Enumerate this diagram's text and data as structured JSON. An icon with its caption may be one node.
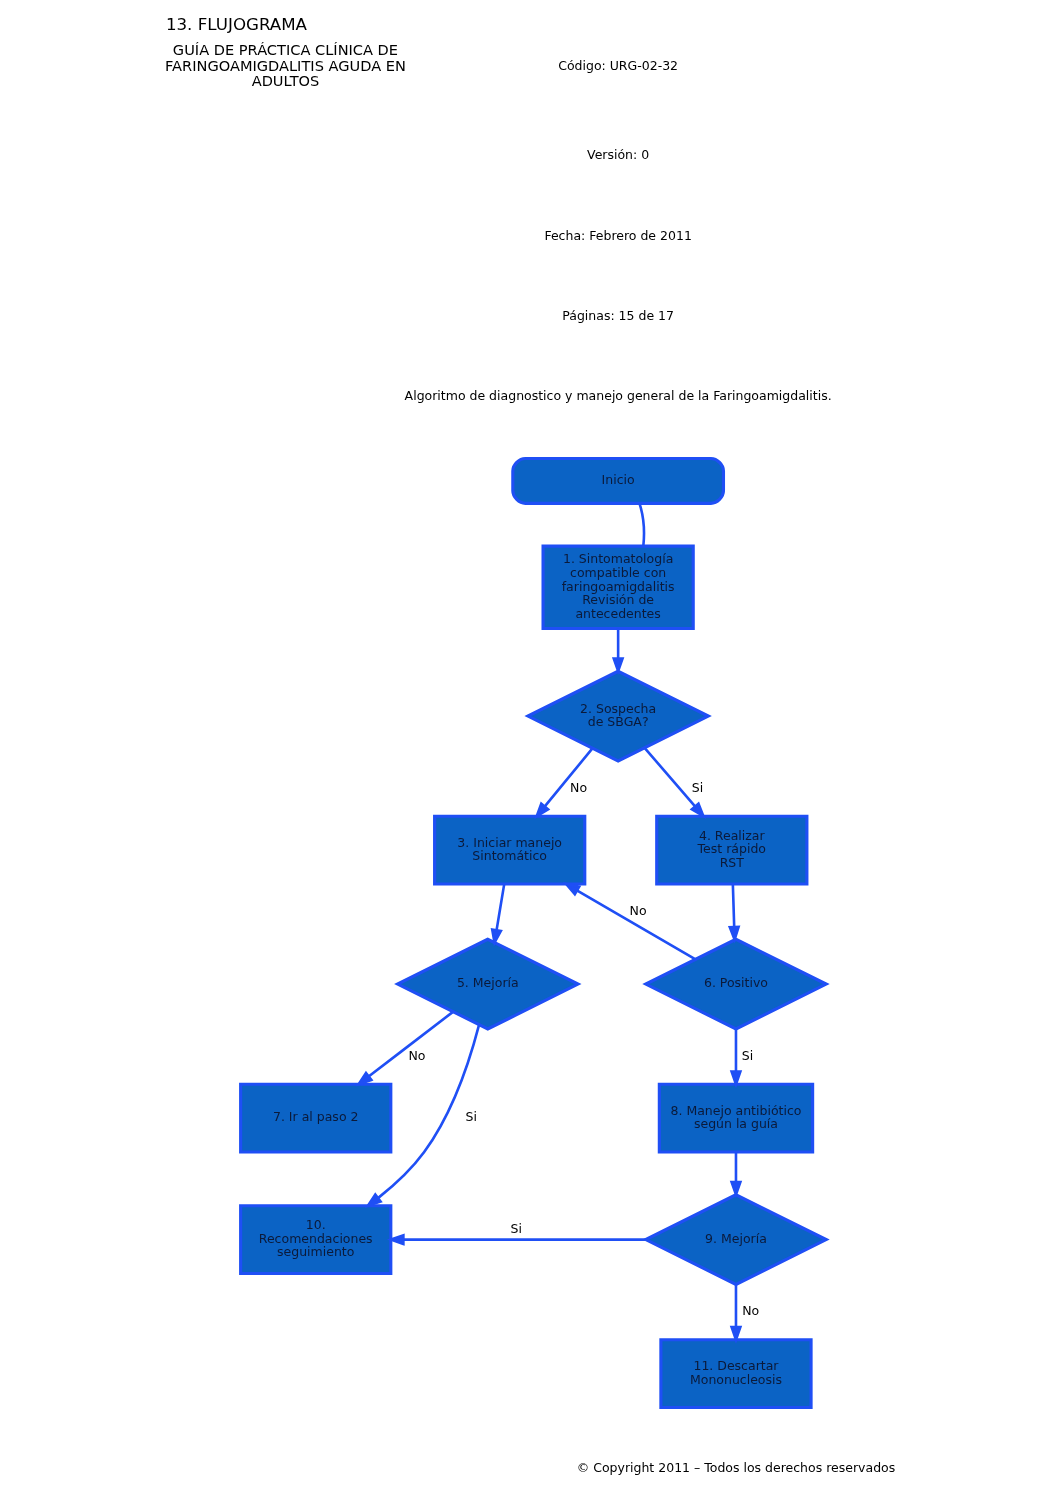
{
  "diagram": {
    "title": "13. FLUJOGRAMA",
    "nodes": [
      {
        "text": [
          "Inicio"
        ]
      },
      {
        "text": [
          "1. Sintomatología compatible con faringoamigdalitis Revisión de antecedentes"
        ]
      },
      {
        "text": [
          "2. Sospecha de SBGA?"
        ]
      },
      {
        "text": [
          "3. Iniciar manejo Sintomático"
        ]
      },
      {
        "text": [
          "4. Realizar Test rápido RST"
        ]
      },
      {
        "text": [
          "5. Mejoría"
        ]
      },
      {
        "text": [
          "6. Positivo"
        ]
      },
      {
        "text": [
          "7. Ir al paso 2"
        ]
      },
      {
        "text": [
          "8. Manejo antibiótico según la guía"
        ]
      },
      {
        "text": [
          "9. Mejoría"
        ]
      },
      {
        "text": [
          "10. Recomendaciones seguimiento"
        ]
      },
      {
        "text": [
          "11. Descartar Mononucleosis"
        ]
      }
    ],
    "edges": [
      {
        "from": 0,
        "to": 1,
        "arrow": "none"
      },
      {
        "from": 1,
        "to": 2,
        "arrow": "to"
      },
      {
        "from": 2,
        "to": 3,
        "label": "No",
        "arrow": "to"
      },
      {
        "from": 2,
        "to": 4,
        "label": "Si",
        "arrow": "to"
      },
      {
        "from": 3,
        "to": 5,
        "arrow": "to"
      },
      {
        "from": 4,
        "to": 6,
        "arrow": "to"
      },
      {
        "from": 6,
        "to": 3,
        "label": "No",
        "arrow": "to"
      },
      {
        "from": 5,
        "to": 10,
        "label": "Si",
        "arrow": "to"
      },
      {
        "from": 5,
        "to": 7,
        "label": "No",
        "arrow": "to"
      },
      {
        "from": 6,
        "to": 8,
        "label": "Si",
        "arrow": "to"
      },
      {
        "from": 8,
        "to": 9,
        "arrow": "to"
      },
      {
        "from": 9,
        "to": 10,
        "label": "Si",
        "arrow": "to"
      },
      {
        "from": 9,
        "to": 11,
        "label": "No",
        "arrow": "to"
      }
    ],
    "labels": [
      "GUÍA DE PRÁCTICA CLÍNICA DE FARINGOAMIGDALITIS AGUDA EN ADULTOS",
      "Código: URG-02-32",
      "Versión: 0",
      "Fecha: Febrero de 2011",
      "Páginas: 15 de 17",
      "Algoritmo de diagnostico y manejo general de la Faringoamigdalitis.",
      "© Copyright 2011 – Todos los derechos reservados"
    ]
  }
}
